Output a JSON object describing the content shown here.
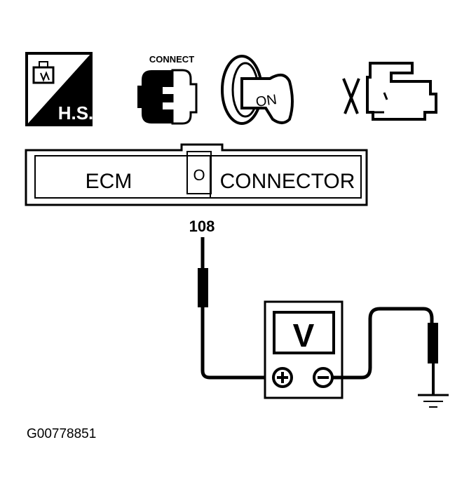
{
  "icons": {
    "hs_label": "H.S.",
    "connect_label": "CONNECT",
    "ignition_label": "ON",
    "items": [
      "harness-sensor-icon",
      "connect-connector-icon",
      "ignition-key-on-icon",
      "engine-off-icon"
    ]
  },
  "connector": {
    "left_label": "ECM",
    "right_label": "CONNECTOR",
    "pin_symbol": "O"
  },
  "terminal": "108",
  "meter": {
    "display": "V",
    "positive": "+",
    "negative": "−"
  },
  "figure_id": "G00778851"
}
